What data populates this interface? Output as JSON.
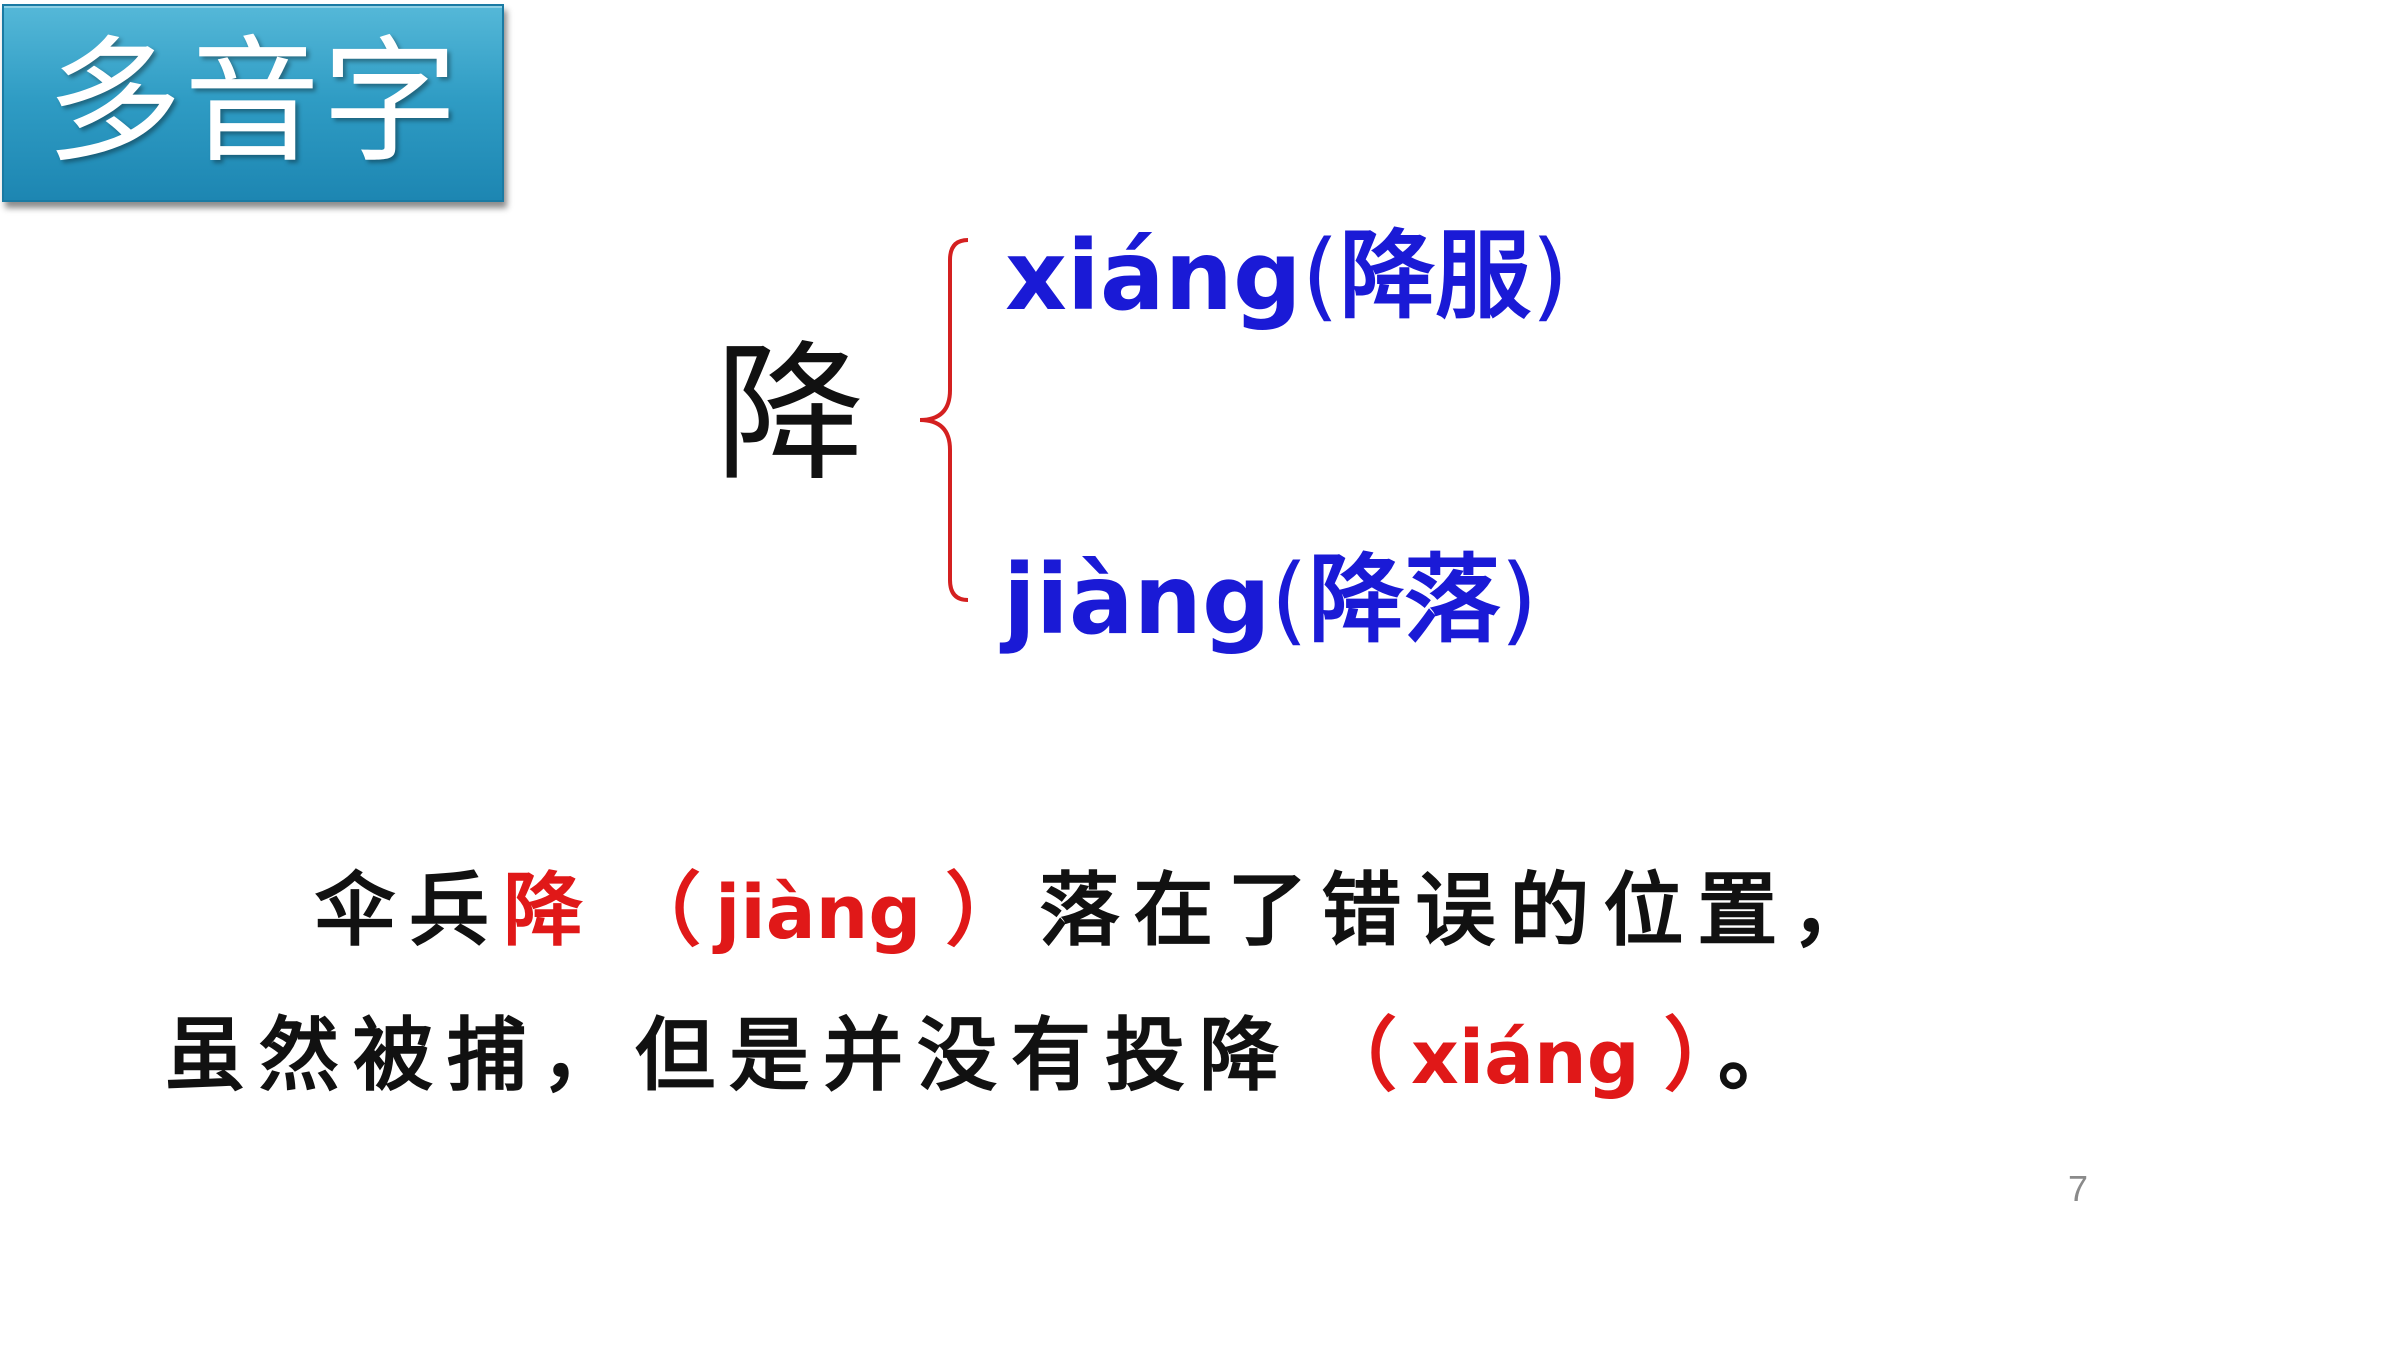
{
  "slide": {
    "title": "多音字",
    "character": "降",
    "readings": [
      {
        "pinyin": "xiáng",
        "open_paren": "(",
        "word": "降服",
        "close_paren": ")"
      },
      {
        "pinyin": "jiàng",
        "open_paren": "(",
        "word": "降落",
        "close_paren": ")"
      }
    ],
    "sentence1": {
      "before": "伞兵",
      "highlight": "降",
      "open_paren": "（",
      "answer": "jiàng",
      "close_paren": "）",
      "after": "落在了错误的位置，"
    },
    "sentence2": {
      "before": "虽然被捕，但是并没有投降",
      "open_paren": "（",
      "answer": "xiáng",
      "close_paren": "）",
      "after": "。"
    },
    "page_number": "7"
  },
  "colors": {
    "title_bg": "#2f9cc4",
    "reading_blue": "#1a1ad6",
    "highlight_red": "#e01818",
    "brace_red": "#d42020"
  }
}
